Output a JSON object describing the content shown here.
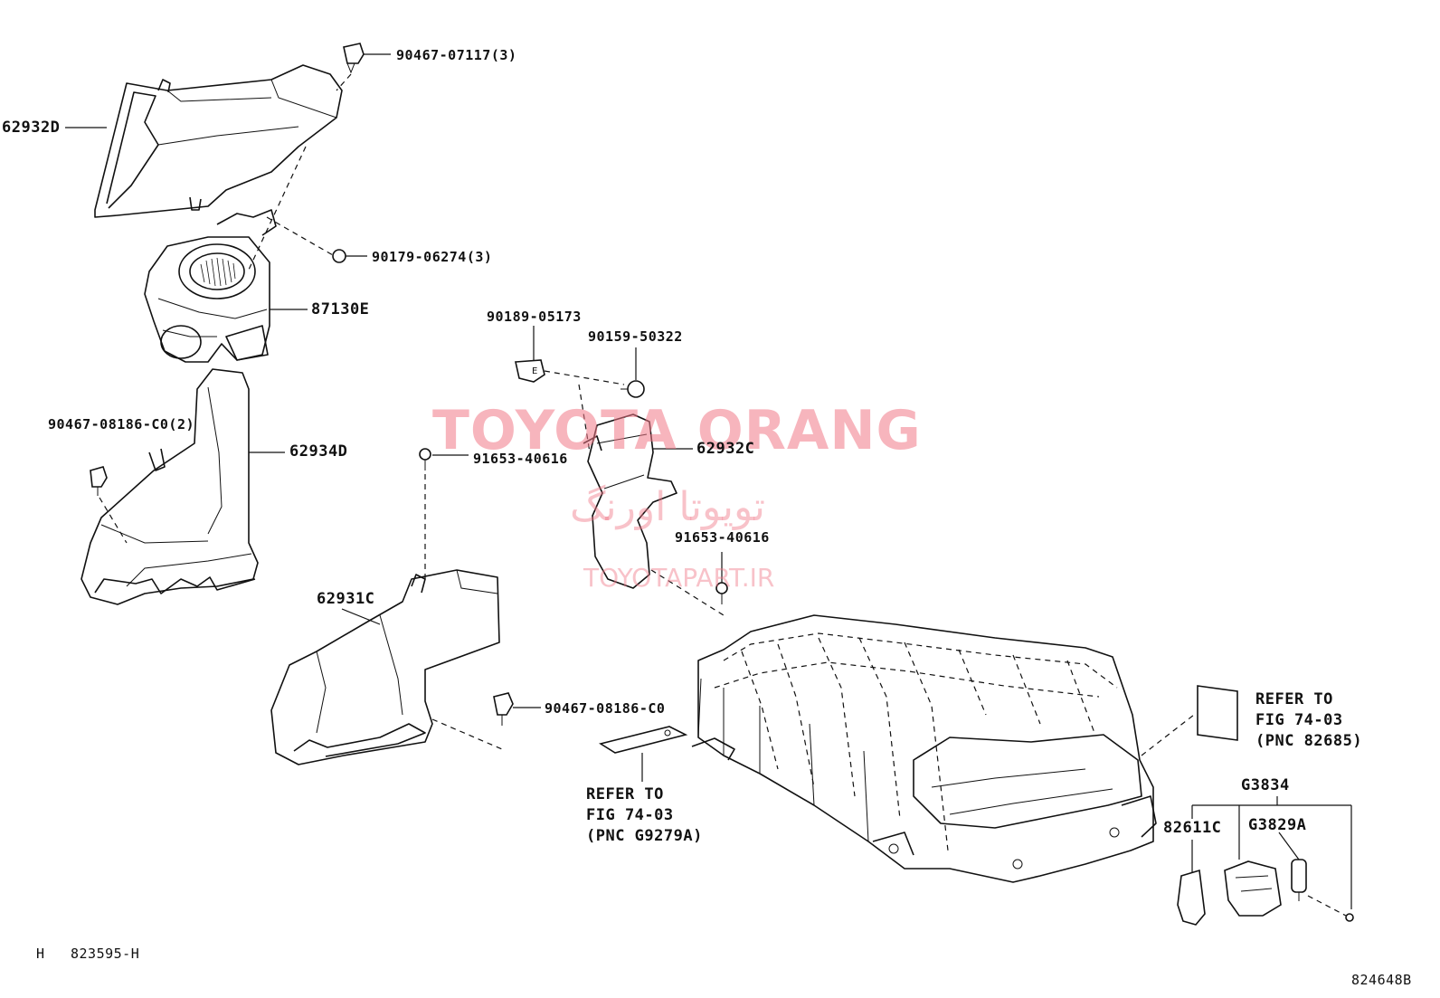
{
  "callouts": {
    "p62932D": "62932D",
    "p9046707117": "90467-07117(3)",
    "p9017906274": "90179-06274(3)",
    "p87130E": "87130E",
    "p9046708186_2": "90467-08186-C0(2)",
    "p62934D": "62934D",
    "p9018905173": "90189-05173",
    "p9015950322": "90159-50322",
    "p9165340616a": "91653-40616",
    "p62932C": "62932C",
    "p9165340616b": "91653-40616",
    "p62931C": "62931C",
    "p9046708186": "90467-08186-C0",
    "pG3834": "G3834",
    "p82611C": "82611C",
    "pG3829A": "G3829A"
  },
  "refer_notes": {
    "left": {
      "line1": "REFER TO",
      "line2": "FIG 74-03",
      "line3": "(PNC G9279A)"
    },
    "right": {
      "line1": "REFER TO",
      "line2": "FIG 74-03",
      "line3": "(PNC 82685)"
    }
  },
  "footer": {
    "mark": "H",
    "sheet_code": "823595-H",
    "figure_id": "824648B"
  },
  "watermark": {
    "brand": "TOYOTA ORANG",
    "brand_fa": "تویوتا اورنگ",
    "url": "TOYOTAPART.IR",
    "color": "#f07887"
  }
}
